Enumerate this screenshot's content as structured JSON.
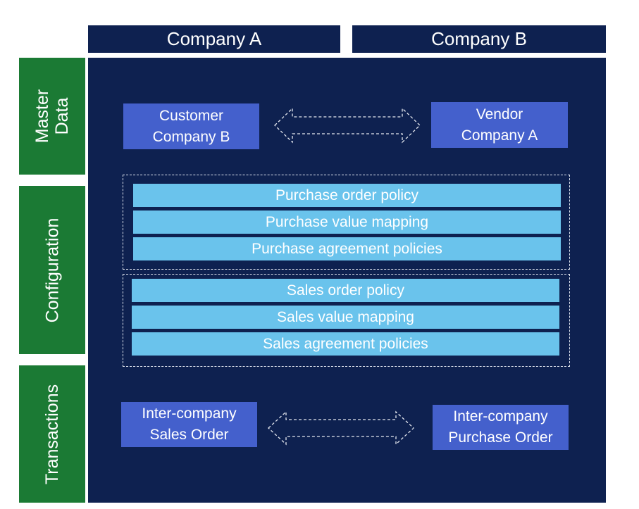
{
  "columns": {
    "company_a": "Company A",
    "company_b": "Company B"
  },
  "rows": {
    "master_data": [
      "Master",
      "Data"
    ],
    "configuration": "Configuration",
    "transactions": "Transactions"
  },
  "master_data": {
    "customer": [
      "Customer",
      "Company B"
    ],
    "vendor": [
      "Vendor",
      "Company A"
    ]
  },
  "configuration": {
    "purchase_policies": [
      "Purchase order policy",
      "Purchase value mapping",
      "Purchase agreement policies"
    ],
    "sales_policies": [
      "Sales order policy",
      "Sales value mapping",
      "Sales agreement policies"
    ]
  },
  "transactions": {
    "sales_order": [
      "Inter-company",
      "Sales Order"
    ],
    "purchase_order": [
      "Inter-company",
      "Purchase Order"
    ]
  },
  "colors": {
    "panel": "#0e2150",
    "row_label": "#1b7a34",
    "entity": "#4460cc",
    "policy_bar": "#6ac3ec"
  }
}
